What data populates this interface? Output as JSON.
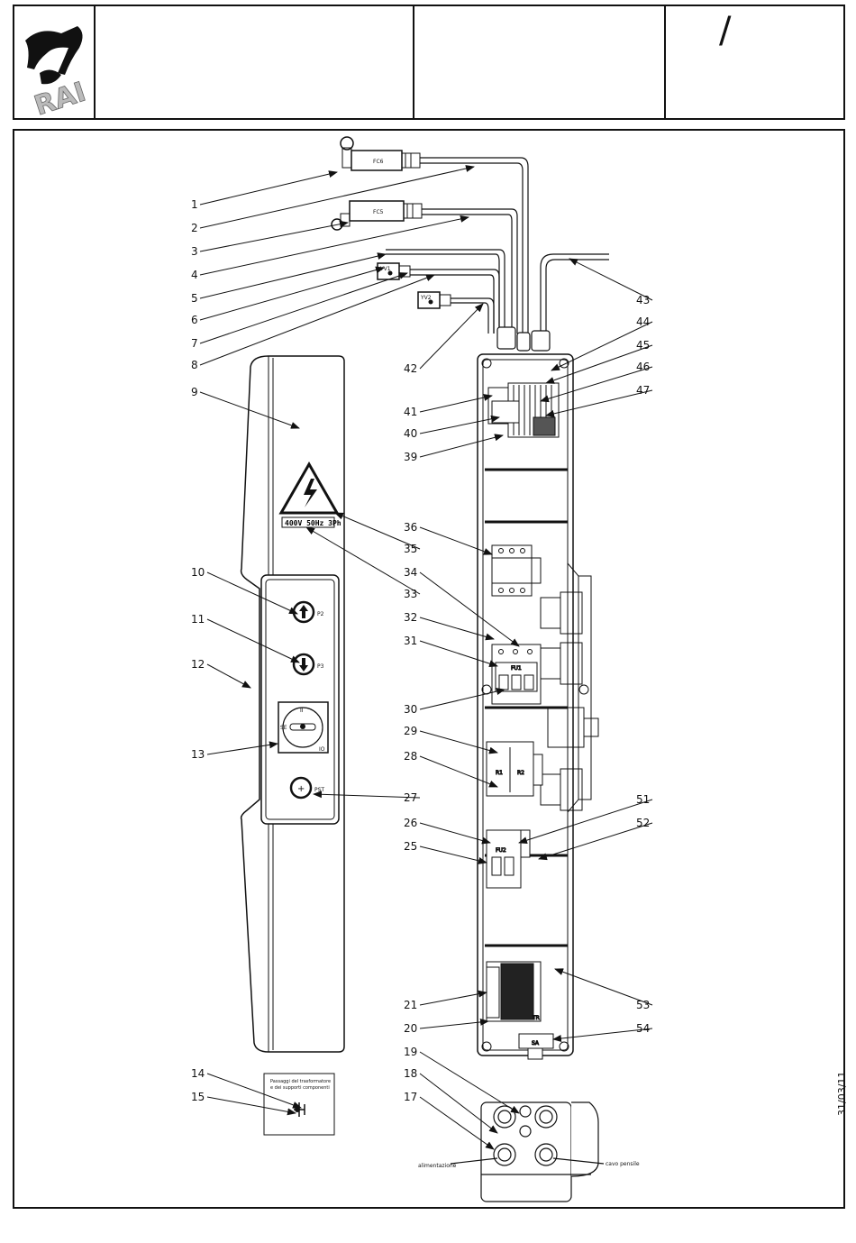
{
  "title_block": {
    "logo_text": "RAI",
    "revision_mark": "/"
  },
  "date_stamp": "31/03/11",
  "labels": {
    "switch_fc6": "FC6",
    "switch_fc5": "FC5",
    "plug_yv1": "YV1",
    "plug_yv2": "YV2",
    "voltage_label": "400V 50Hz 3Ph",
    "btn_p2": "P2",
    "btn_p3": "P3",
    "btn_pst": "PST",
    "selector_top": "II",
    "selector_left": "SE",
    "selector_bottom": "IO",
    "fuse_fu1": "FU1",
    "relay_r1": "R1",
    "relay_r2": "R2",
    "fuse_fu2": "FU2",
    "transformer_tr": "TR",
    "terminal_sa": "SA",
    "note_line1": "Passaggi del trasformatore",
    "note_line2": "e dei supporti componenti",
    "gland_left": "alimentazione",
    "gland_right": "cavo pensile"
  },
  "callouts": [
    "1",
    "2",
    "3",
    "4",
    "5",
    "6",
    "7",
    "8",
    "9",
    "10",
    "11",
    "12",
    "13",
    "14",
    "15",
    "17",
    "18",
    "19",
    "20",
    "21",
    "25",
    "26",
    "27",
    "28",
    "29",
    "30",
    "31",
    "32",
    "33",
    "34",
    "35",
    "36",
    "39",
    "40",
    "41",
    "42",
    "43",
    "44",
    "45",
    "46",
    "47",
    "51",
    "52",
    "53",
    "54"
  ]
}
